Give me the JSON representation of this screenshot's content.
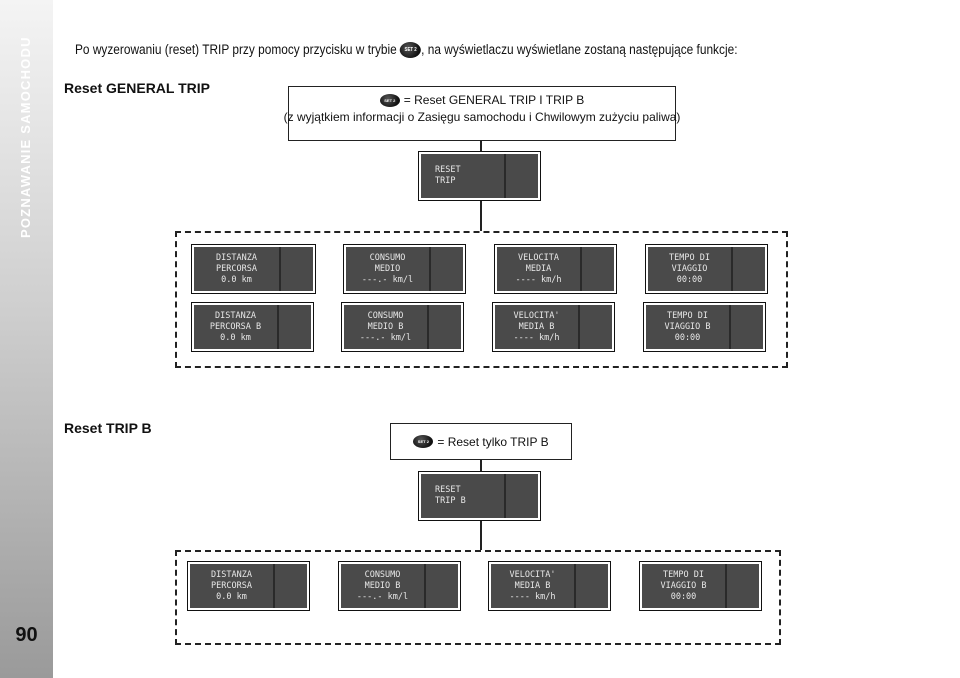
{
  "sidebar": {
    "title": "POZNAWANIE SAMOCHODU",
    "page_number": "90"
  },
  "intro": {
    "before": "Po wyzerowaniu (reset) TRIP przy pomocy przycisku w trybie",
    "after": ", na wyświetlaczu wyświetlane zostaną następujące funkcje:"
  },
  "button_label": "SET 2",
  "general": {
    "heading": "Reset GENERAL TRIP",
    "note_line1": "= Reset GENERAL TRIP I TRIP B",
    "note_line2": "(z wyjątkiem informacji o Zasięgu samochodu i Chwilowym zużyciu paliwa)",
    "reset_display": [
      "RESET",
      "TRIP"
    ],
    "displays_row1": [
      [
        "DISTANZA",
        "PERCORSA",
        "0.0 km"
      ],
      [
        "CONSUMO",
        "MEDIO",
        "---.- km/l"
      ],
      [
        "VELOCITA",
        "MEDIA",
        "---- km/h"
      ],
      [
        "TEMPO DI",
        "VIAGGIO",
        "00:00"
      ]
    ],
    "displays_row2": [
      [
        "DISTANZA",
        "PERCORSA B",
        "0.0 km"
      ],
      [
        "CONSUMO",
        "MEDIO B",
        "---.- km/l"
      ],
      [
        "VELOCITA'",
        "MEDIA B",
        "---- km/h"
      ],
      [
        "TEMPO DI",
        "VIAGGIO B",
        "00:00"
      ]
    ]
  },
  "tripb": {
    "heading": "Reset TRIP B",
    "note_line1": "= Reset tylko TRIP B",
    "reset_display": [
      "RESET",
      "TRIP B"
    ],
    "displays": [
      [
        "DISTANZA",
        "PERCORSA",
        "0.0 km"
      ],
      [
        "CONSUMO",
        "MEDIO B",
        "---.- km/l"
      ],
      [
        "VELOCITA'",
        "MEDIA B",
        "---- km/h"
      ],
      [
        "TEMPO DI",
        "VIAGGIO B",
        "00:00"
      ]
    ]
  }
}
